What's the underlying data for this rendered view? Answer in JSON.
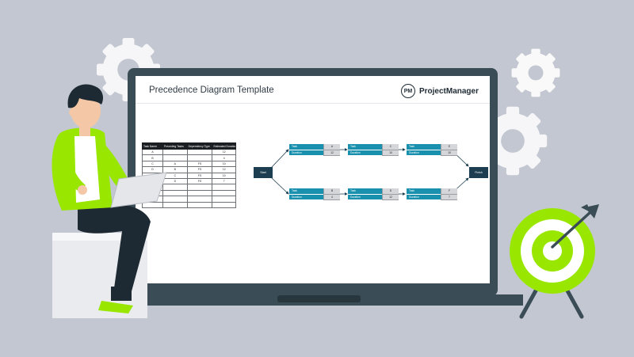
{
  "screen": {
    "title": "Precedence Diagram Template",
    "brand": {
      "badge": "PM",
      "name": "ProjectManager"
    }
  },
  "task_table": {
    "headers": [
      "Task Name",
      "Preceding Tasks",
      "Dependency Type",
      "Estimated Duration"
    ],
    "rows": [
      [
        "A",
        "",
        "",
        "12"
      ],
      [
        "B",
        "",
        "",
        "4"
      ],
      [
        "C",
        "A",
        "FS",
        "10"
      ],
      [
        "D",
        "B",
        "FS",
        "12"
      ],
      [
        "E",
        "C",
        "FS",
        "10"
      ],
      [
        "F",
        "D",
        "FS",
        "7"
      ],
      [
        "",
        "",
        "",
        ""
      ],
      [
        "",
        "",
        "",
        ""
      ],
      [
        "",
        "",
        "",
        ""
      ],
      [
        "",
        "",
        "",
        ""
      ]
    ]
  },
  "diagram": {
    "start_label": "Start",
    "finish_label": "Finish",
    "task_label": "Task",
    "duration_label": "Duration",
    "top_path": [
      {
        "task": "A",
        "duration": "12"
      },
      {
        "task": "C",
        "duration": "10"
      },
      {
        "task": "E",
        "duration": "10"
      }
    ],
    "bottom_path": [
      {
        "task": "B",
        "duration": "4"
      },
      {
        "task": "D",
        "duration": "12"
      },
      {
        "task": "F",
        "duration": "7"
      }
    ]
  },
  "colors": {
    "background": "#c3c7d1",
    "laptop_frame": "#3a4c55",
    "accent_green": "#99e600",
    "node_dark": "#1c3e50",
    "task_header_teal": "#1990ad",
    "value_grey": "#d4d6d9"
  }
}
